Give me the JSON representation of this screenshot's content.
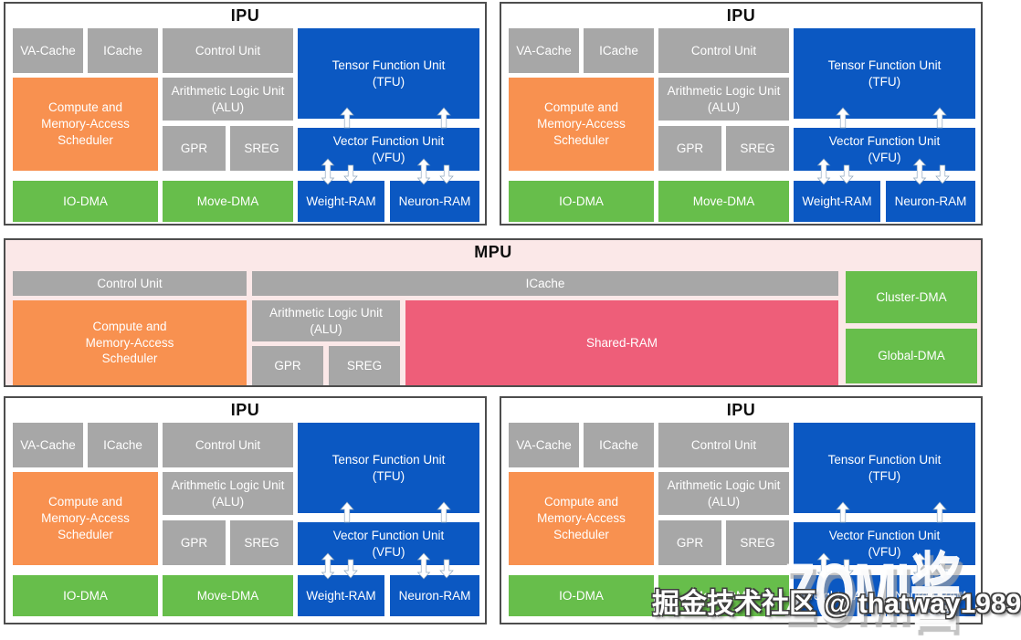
{
  "ipu": {
    "title": "IPU",
    "va_cache": "VA-Cache",
    "icache": "ICache",
    "control_unit": "Control Unit",
    "tfu": "Tensor Function Unit\n(TFU)",
    "alu": "Arithmetic Logic Unit\n(ALU)",
    "scheduler": "Compute and\nMemory-Access\nScheduler",
    "gpr": "GPR",
    "sreg": "SREG",
    "vfu": "Vector Function Unit\n(VFU)",
    "io_dma": "IO-DMA",
    "move_dma": "Move-DMA",
    "weight_ram": "Weight-RAM",
    "neuron_ram": "Neuron-RAM"
  },
  "mpu": {
    "title": "MPU",
    "control_unit": "Control Unit",
    "icache": "ICache",
    "scheduler": "Compute and\nMemory-Access\nScheduler",
    "alu": "Arithmetic Logic Unit\n(ALU)",
    "gpr": "GPR",
    "sreg": "SREG",
    "shared_ram": "Shared-RAM",
    "cluster_dma": "Cluster-DMA",
    "global_dma": "Global-DMA"
  },
  "watermark": {
    "community": "掘金技术社区 @ thatway1989",
    "logo": "ZOMI酱"
  },
  "colors": {
    "unit_gray": "#A7A7A7",
    "function_blue": "#0B58C2",
    "dma_green": "#67BE4B",
    "scheduler_orange": "#F89150",
    "mpu_background": "#FBE8E8",
    "shared_ram_rose": "#EE5E79",
    "panel_border": "#4D4D4D"
  }
}
